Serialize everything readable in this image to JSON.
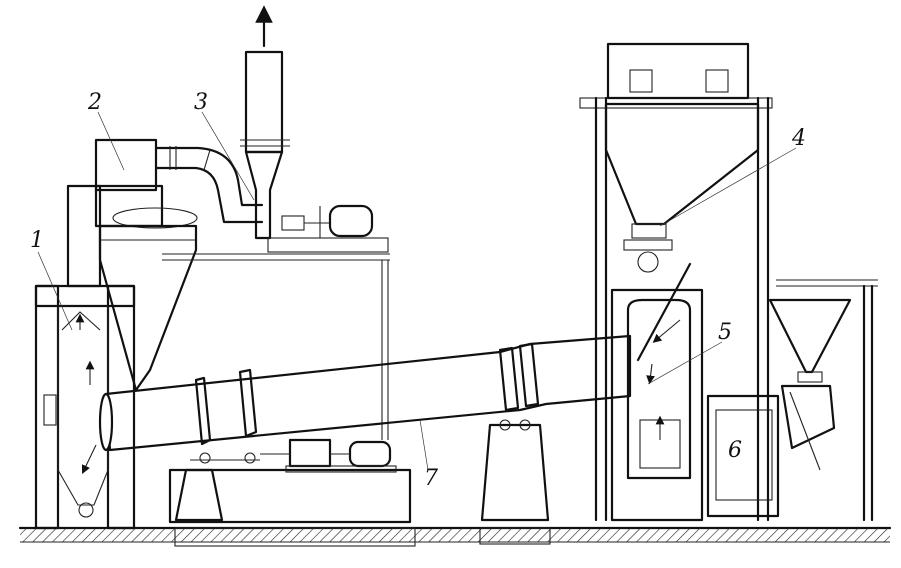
{
  "diagram": {
    "labels": [
      {
        "id": "label-1",
        "text": "1"
      },
      {
        "id": "label-2",
        "text": "2"
      },
      {
        "id": "label-3",
        "text": "3"
      },
      {
        "id": "label-4",
        "text": "4"
      },
      {
        "id": "label-5",
        "text": "5"
      },
      {
        "id": "label-6",
        "text": "6"
      },
      {
        "id": "label-7",
        "text": "7"
      }
    ]
  }
}
